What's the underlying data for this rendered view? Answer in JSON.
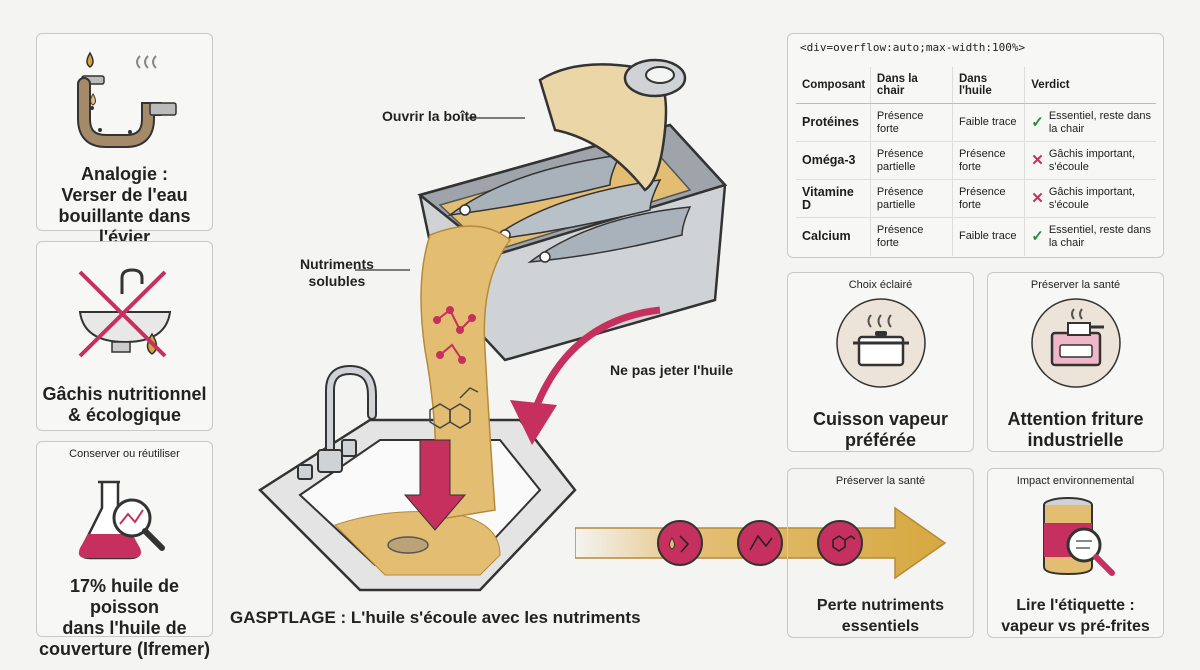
{
  "left_cards": [
    {
      "label": "Analogie :\nVerser de l'eau\nbouillante dans l'évier",
      "icon": "hot-oil-pipe-icon"
    },
    {
      "label": "Gâchis nutritionnel\n& écologique",
      "icon": "crossed-sink-icon"
    },
    {
      "header": "Conserver ou réutiliser",
      "label": "17% huile de poisson\ndans l'huile de\ncouverture (Ifremer)",
      "icon": "flask-magnifier-icon"
    }
  ],
  "callouts": {
    "open_can": "Ouvrir la boîte",
    "soluble": "Nutriments\nsolubles",
    "dont_pour": "Ne pas jeter l'huile"
  },
  "caption": "GASPTLAGE : L'huile s'écoule avec les nutriments",
  "table": {
    "code": "<div=overflow:auto;max-width:100%>",
    "headers": [
      "Composant",
      "Dans la chair",
      "Dans l'huile",
      "Verdict"
    ],
    "rows": [
      {
        "component": "Protéines",
        "flesh": "Présence forte",
        "oil": "Faible trace",
        "verdict": "Essentiel, reste dans la chair",
        "mark": "check"
      },
      {
        "component": "Oméga-3",
        "flesh": "Présence partielle",
        "oil": "Présence forte",
        "verdict": "Gâchis important, s'écoule",
        "mark": "cross"
      },
      {
        "component": "Vitamine D",
        "flesh": "Présence partielle",
        "oil": "Présence forte",
        "verdict": "Gâchis important, s'écoule",
        "mark": "cross"
      },
      {
        "component": "Calcium",
        "flesh": "Présence forte",
        "oil": "Faible trace",
        "verdict": "Essentiel, reste dans la chair",
        "mark": "check"
      }
    ]
  },
  "right_cards": [
    {
      "header": "Choix éclairé",
      "label": "Cuisson vapeur\npréférée",
      "icon": "steam-pot-icon"
    },
    {
      "header": "Préserver la santé",
      "label": "Attention friture\nindustrielle",
      "icon": "deep-fryer-icon"
    },
    {
      "header": "Préserver la santé",
      "label": "Perte nutriments\nessentiels",
      "icon": "nutrient-flow-arrow-icon"
    },
    {
      "header": "Impact environnemental",
      "label": "Lire l'étiquette :\nvapeur vs pré-frites",
      "icon": "can-magnifier-icon"
    }
  ],
  "colors": {
    "accent": "#c5305e",
    "oil": "#e3be72",
    "arrow": "#d6a840",
    "check": "#2e8b3c"
  }
}
